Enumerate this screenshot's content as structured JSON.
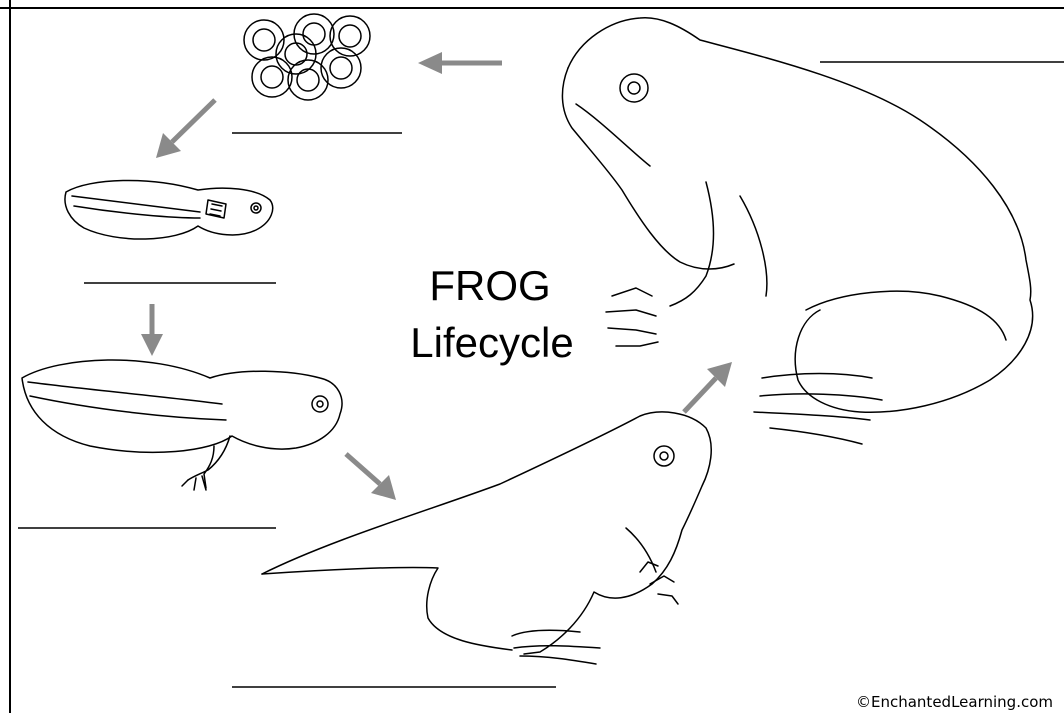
{
  "diagram": {
    "title_line1": "FROG",
    "title_line2": "Lifecycle",
    "credit": "©EnchantedLearning.com",
    "arrow_color": "#8a8a8a",
    "stages": [
      {
        "id": "eggs",
        "answer_label": ""
      },
      {
        "id": "tadpole",
        "answer_label": ""
      },
      {
        "id": "tadpole-with-legs",
        "answer_label": ""
      },
      {
        "id": "froglet",
        "answer_label": ""
      },
      {
        "id": "adult-frog",
        "answer_label": ""
      }
    ]
  }
}
